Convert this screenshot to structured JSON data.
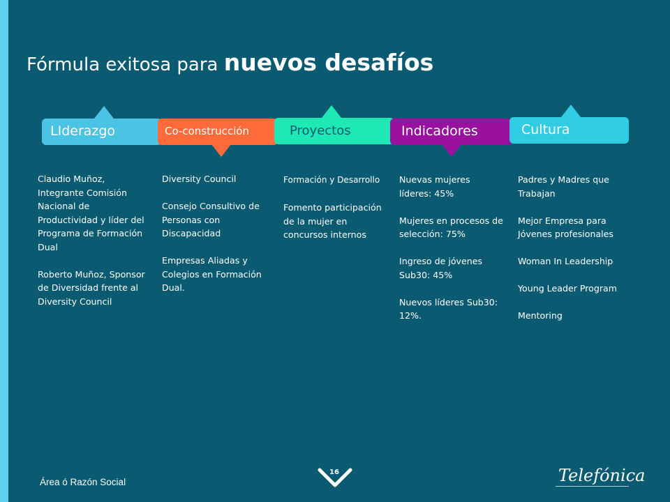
{
  "title": {
    "normal": "Fórmula exitosa para",
    "bold": "nuevos desafíos"
  },
  "colors": {
    "background": "#0a5b72",
    "left_bar": "#5fd0ef",
    "liderazgo": "#4bc3e4",
    "coconstruccion": "#ff6a3a",
    "proyectos": "#1ee8b3",
    "indicadores": "#9b119f",
    "cultura": "#2fcce3"
  },
  "tabs": [
    {
      "label": "LIderazgo"
    },
    {
      "label": "Co-construcción"
    },
    {
      "label": "Proyectos"
    },
    {
      "label": "Indicadores"
    },
    {
      "label": "Cultura"
    }
  ],
  "columns": {
    "liderazgo": [
      "Claudio Muñoz, Integrante Comisión Nacional de Productividad y líder del Programa de Formación Dual",
      "Roberto Muñoz, Sponsor de Diversidad frente al Diversity Council"
    ],
    "coconstruccion": [
      "Diversity Council",
      "Consejo Consultivo de Personas con Discapacidad",
      "Empresas Aliadas y Colegios en Formación Dual."
    ],
    "proyectos": [
      "Formación y Desarrollo",
      "Fomento participación de la mujer en concursos internos"
    ],
    "indicadores": [
      "Nuevas mujeres líderes: 45%",
      "Mujeres en procesos de selección: 75%",
      "Ingreso de jóvenes Sub30: 45%",
      "Nuevos líderes Sub30: 12%."
    ],
    "cultura": [
      "Padres y Madres que Trabajan",
      "Mejor Empresa para Jóvenes profesionales",
      "Woman In Leadership",
      "Young Leader Program",
      "Mentoring"
    ]
  },
  "footer": {
    "left": "Área ó Razón Social",
    "page": "16",
    "logo": "Telefónica"
  }
}
